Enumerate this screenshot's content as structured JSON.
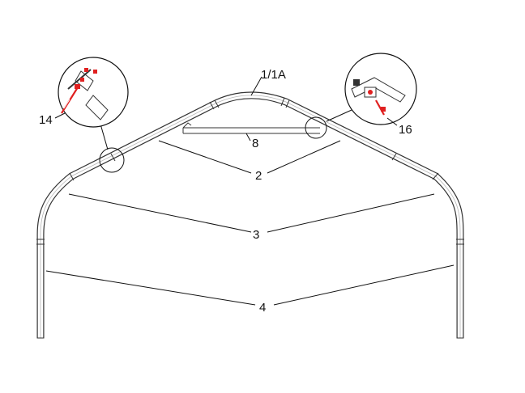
{
  "labels": {
    "part_ridge": "1/1A",
    "part_crossbar": "8",
    "part_rafter": "2",
    "part_elbow": "3",
    "part_leg": "4",
    "part_bolt": "14",
    "part_nut": "16"
  },
  "colors": {
    "line": "#111111",
    "bolt_accent": "#e02020"
  },
  "icons": {
    "detail_left": "magnified-bolt-joint-icon",
    "detail_right": "magnified-nut-joint-icon"
  }
}
